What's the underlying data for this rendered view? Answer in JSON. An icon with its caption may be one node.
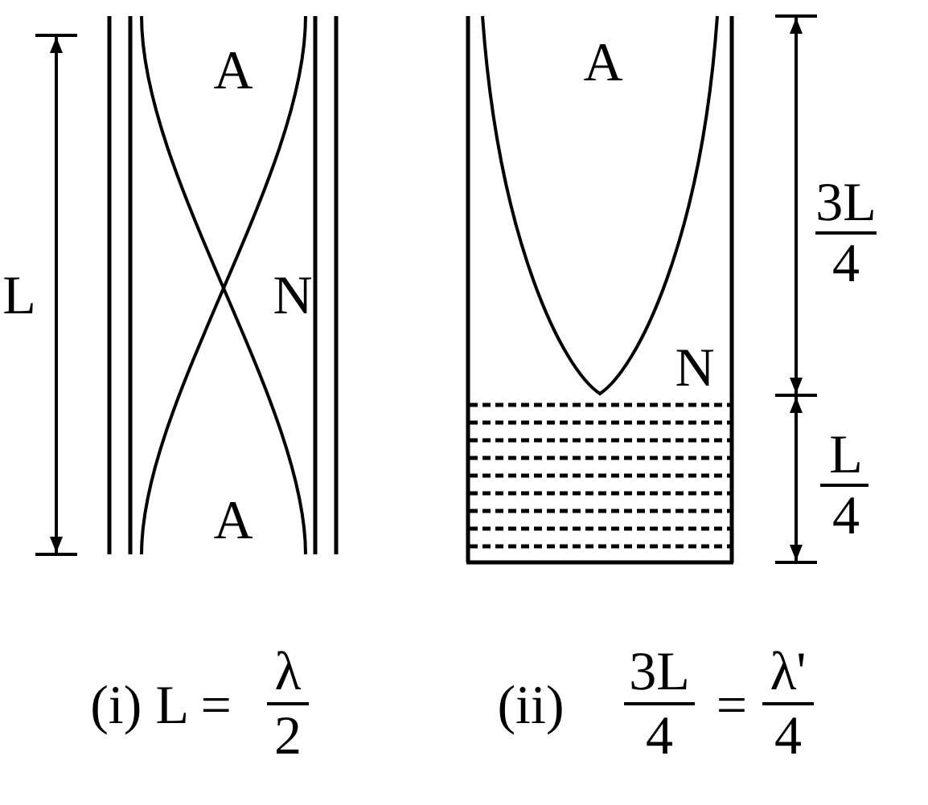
{
  "diagram": {
    "labels": [
      "A",
      "L",
      "N",
      "A",
      "A",
      "3L",
      "4",
      "N",
      "L",
      "4",
      "(i) L =",
      "λ",
      "2",
      "(ii)",
      "3L",
      "4",
      "=",
      "λ'",
      "4"
    ]
  }
}
